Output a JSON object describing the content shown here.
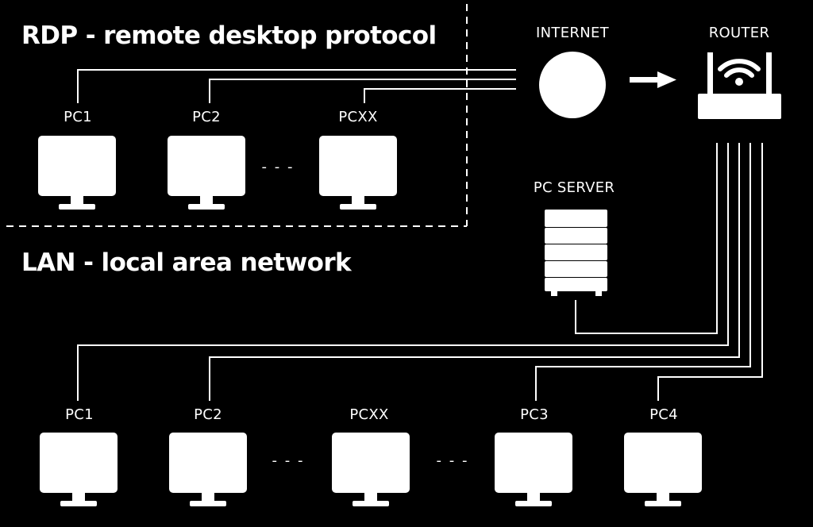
{
  "rdp_section": {
    "title": "RDP - remote desktop protocol",
    "pcs": [
      "PC1",
      "PC2",
      "PCXX"
    ],
    "ellipsis": "- - -"
  },
  "lan_section": {
    "title": "LAN - local area network",
    "pcs": [
      "PC1",
      "PC2",
      "PCXX",
      "PC3",
      "PC4"
    ],
    "ellipsis": [
      "- - -",
      "- - -"
    ]
  },
  "network": {
    "internet_label": "INTERNET",
    "router_label": "ROUTER",
    "server_label": "PC SERVER"
  },
  "icons": [
    "monitor-icon",
    "globe-icon",
    "arrow-right-icon",
    "router-icon",
    "wifi-icon",
    "server-icon"
  ],
  "colors": {
    "background": "#000000",
    "foreground": "#ffffff"
  }
}
